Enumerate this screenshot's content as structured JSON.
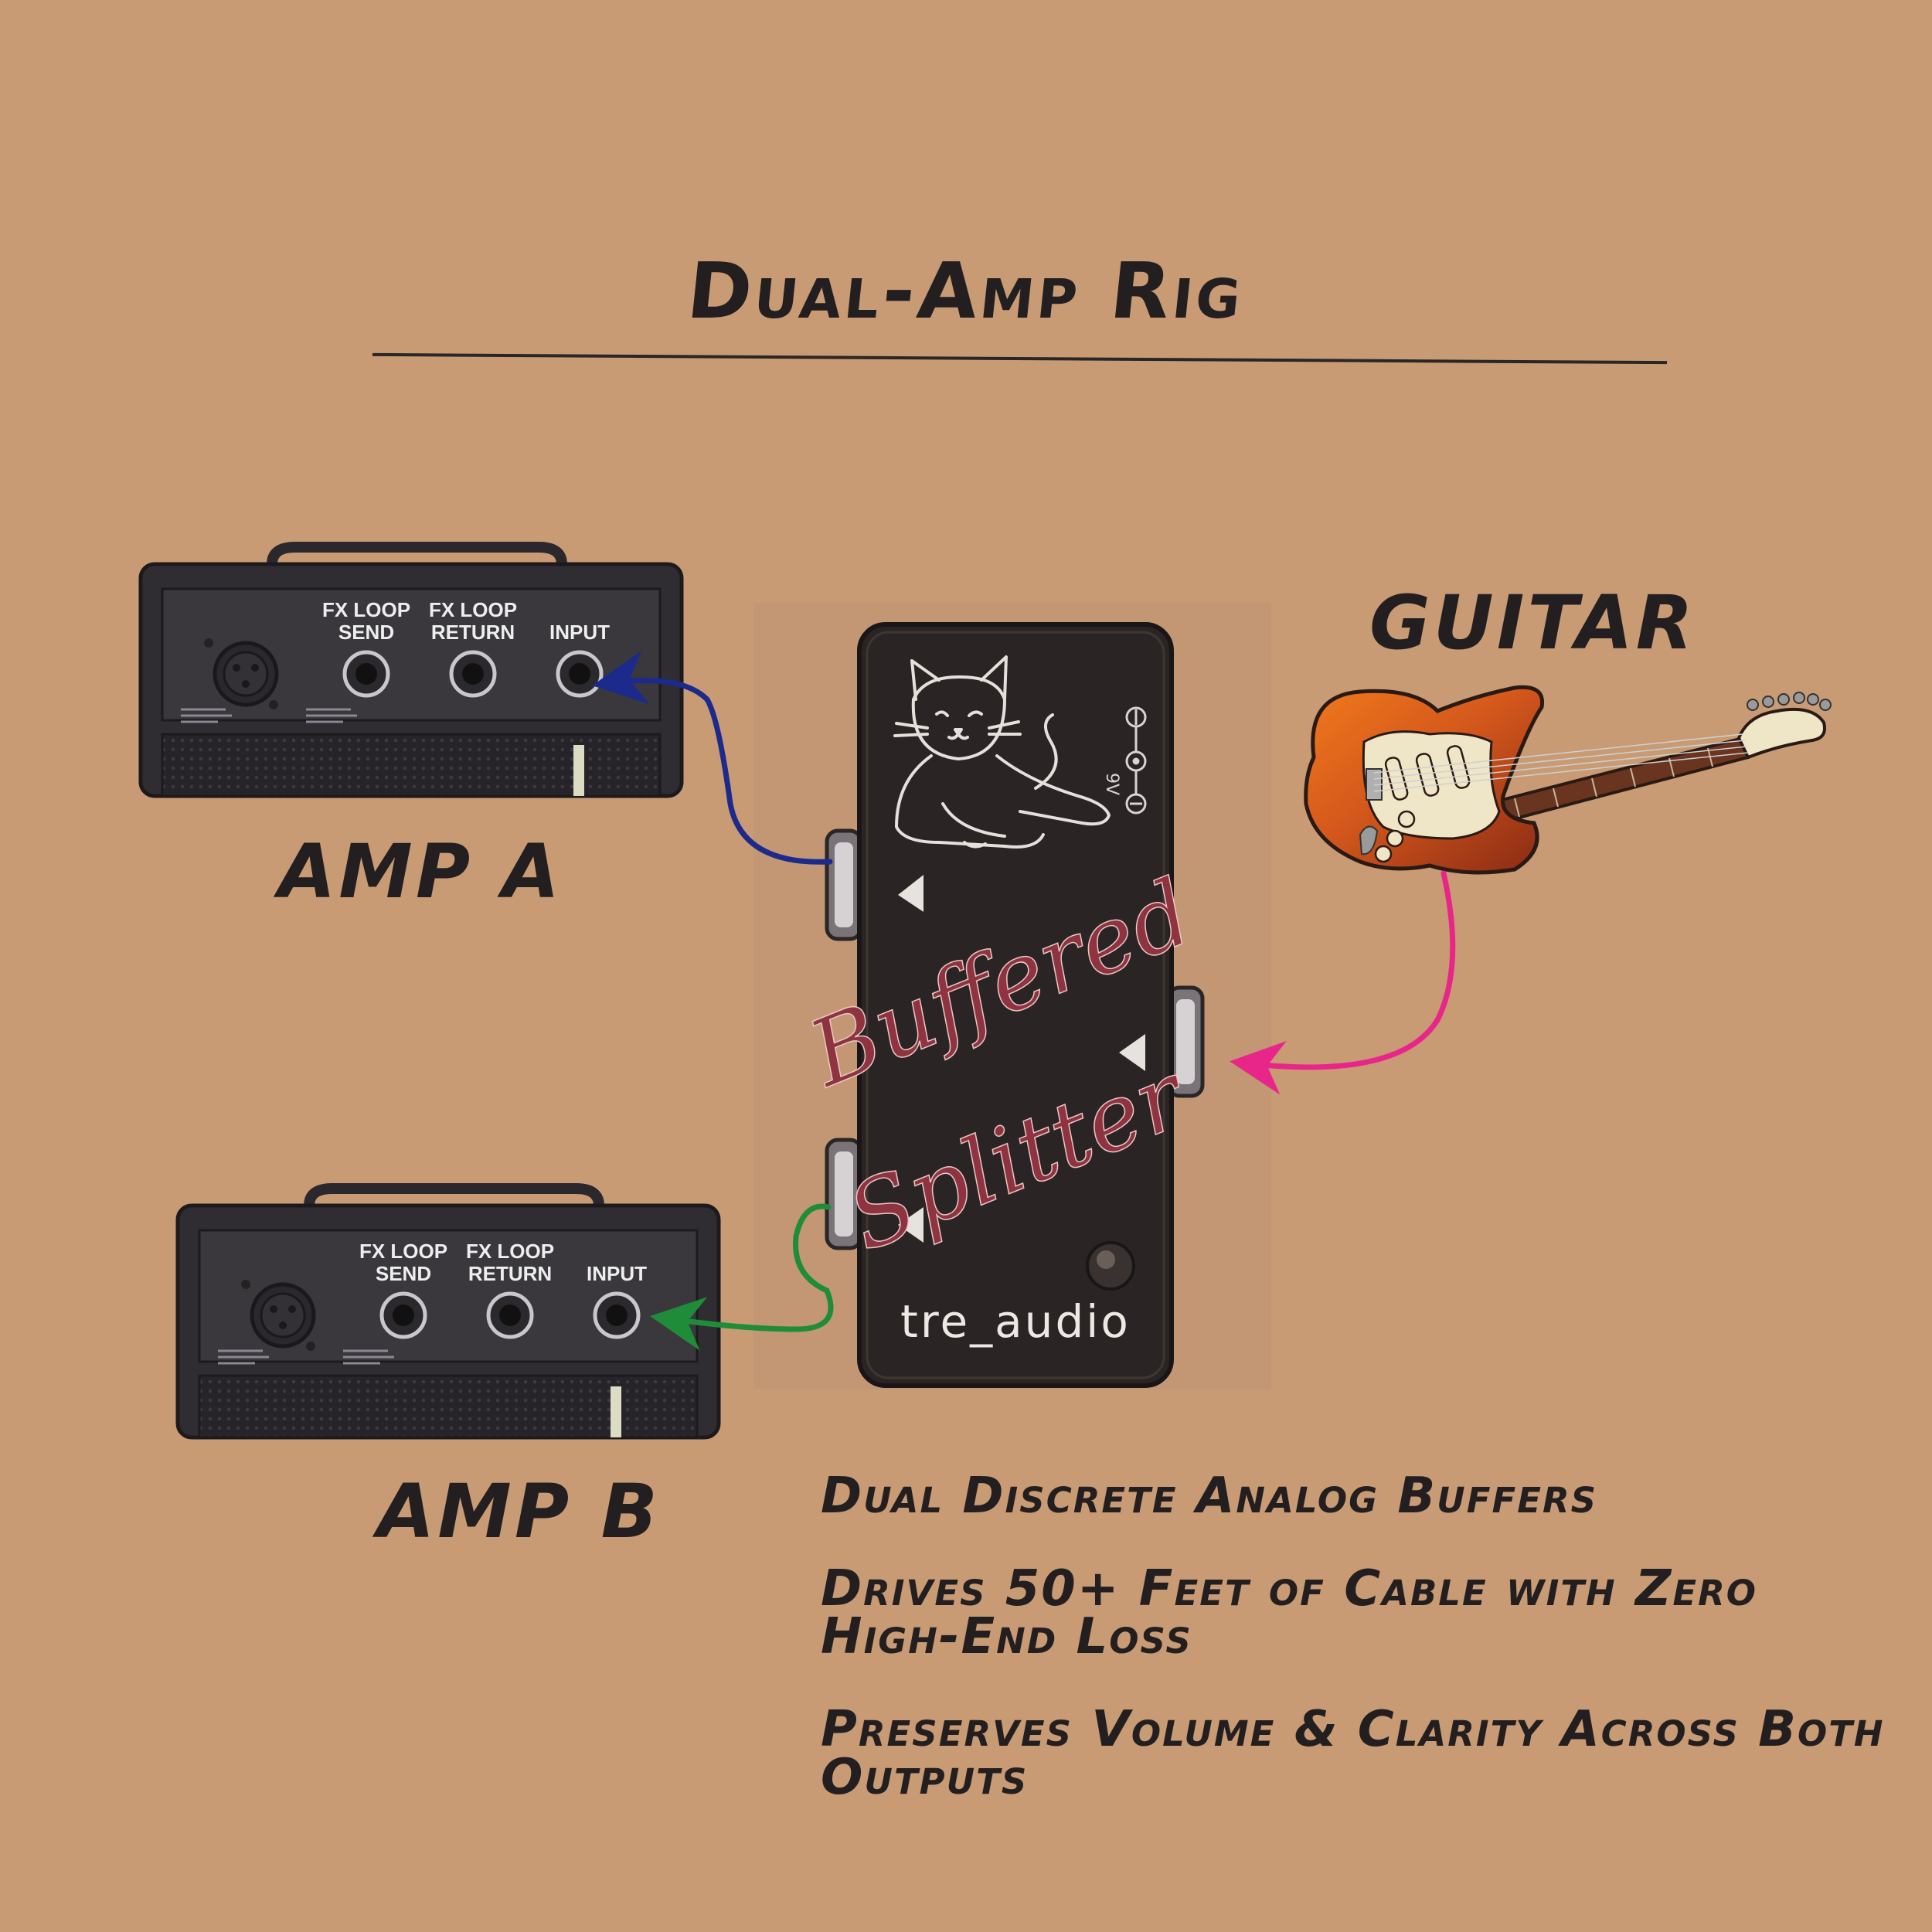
{
  "title": "Dual-Amp Rig",
  "amps": [
    {
      "label": "AMP A",
      "jacks": {
        "fx_send_1": "FX LOOP",
        "fx_send_2": "SEND",
        "fx_return_1": "FX LOOP",
        "fx_return_2": "RETURN",
        "input": "INPUT"
      }
    },
    {
      "label": "AMP B",
      "jacks": {
        "fx_send_1": "FX LOOP",
        "fx_send_2": "SEND",
        "fx_return_1": "FX LOOP",
        "fx_return_2": "RETURN",
        "input": "INPUT"
      }
    }
  ],
  "guitar": {
    "label": "GUITAR"
  },
  "pedal": {
    "name_line1": "Buffered",
    "name_line2": "Splitter",
    "brand": "tre_audio",
    "voltage": "9V"
  },
  "features": [
    "Dual Discrete Analog Buffers",
    "Drives 50+ Feet of Cable with Zero High-End Loss",
    "Preserves Volume & Clarity Across Both Outputs"
  ],
  "cable_colors": {
    "to_amp_a": "#1c2a8c",
    "to_amp_b": "#1f8c3a",
    "from_guitar": "#e8268a"
  },
  "colors": {
    "background": "#c89b74",
    "amp_body": "#2f2d31",
    "pedal_body": "#2a2424",
    "pedal_text": "#8f3340"
  }
}
